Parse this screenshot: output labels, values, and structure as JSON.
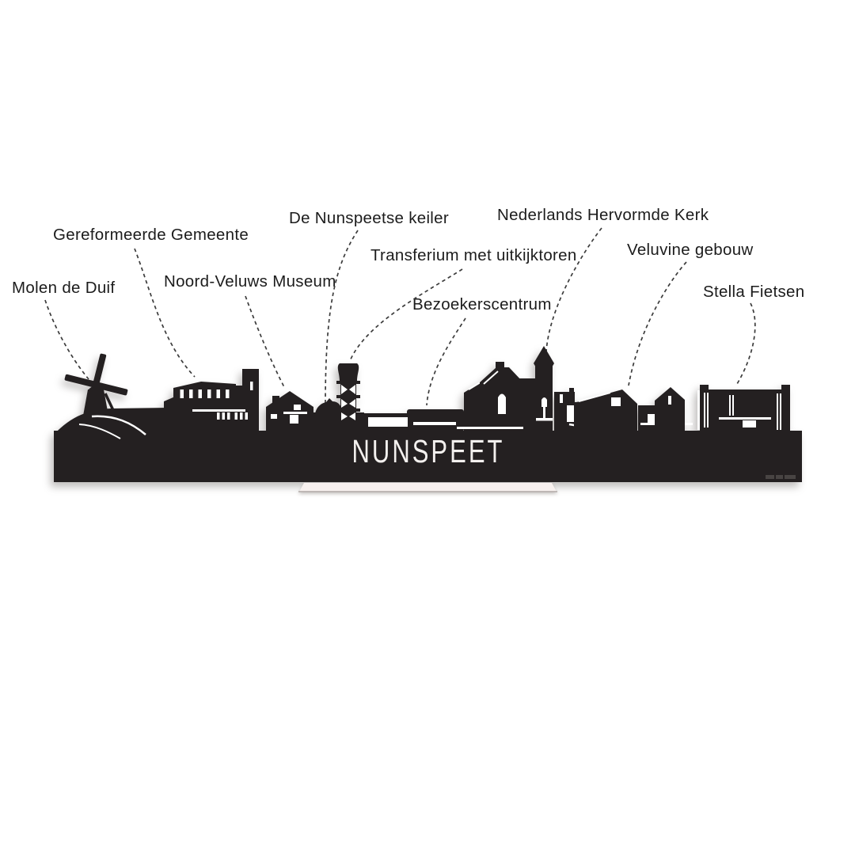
{
  "skyline": {
    "title": "NUNSPEET"
  },
  "labels": [
    {
      "id": "molen-de-duif",
      "text": "Molen de Duif"
    },
    {
      "id": "gereformeerde-gemeente",
      "text": "Gereformeerde Gemeente"
    },
    {
      "id": "noord-veluws-museum",
      "text": "Noord-Veluws Museum"
    },
    {
      "id": "de-nunspeetse-keiler",
      "text": "De Nunspeetse keiler"
    },
    {
      "id": "transferium-met-uitkijktoren",
      "text": "Transferium met uitkijktoren"
    },
    {
      "id": "bezoekerscentrum",
      "text": "Bezoekerscentrum"
    },
    {
      "id": "nederlands-hervormde-kerk",
      "text": "Nederlands Hervormde Kerk"
    },
    {
      "id": "veluvine-gebouw",
      "text": "Veluvine gebouw"
    },
    {
      "id": "stella-fietsen",
      "text": "Stella Fietsen"
    }
  ],
  "colors": {
    "background": "#ffffff",
    "silhouette": "#242021",
    "label_text": "#1c1c1c",
    "leader_line": "#3c3c3c",
    "stand": "#f8f1ef",
    "skyline_title": "#f3f0ee"
  }
}
